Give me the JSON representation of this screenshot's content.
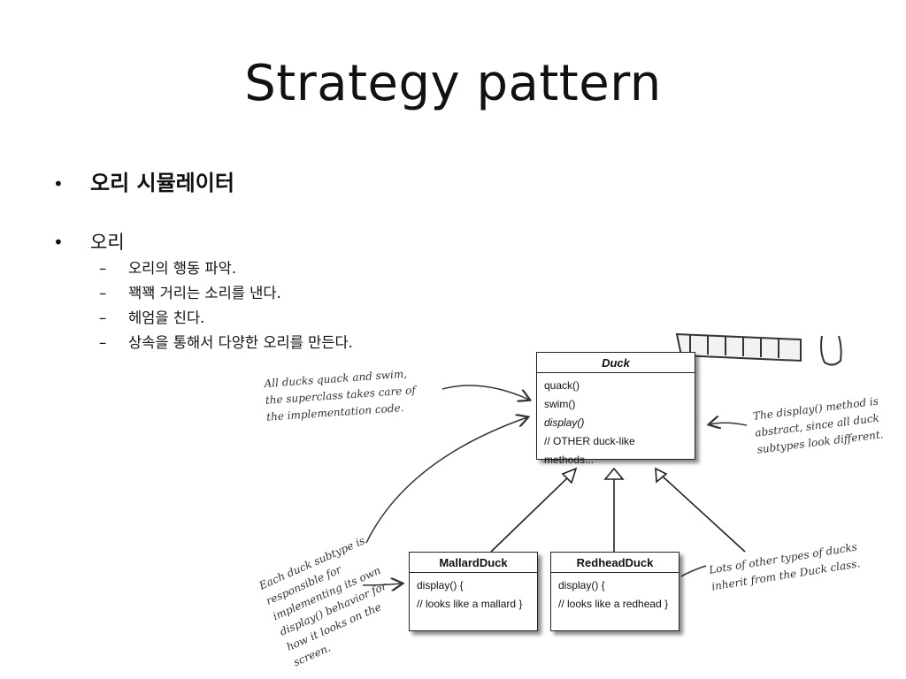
{
  "slide": {
    "title": "Strategy pattern",
    "bullets": [
      {
        "marker": "•",
        "text": "오리 시뮬레이터"
      },
      {
        "marker": "•",
        "text": "오리",
        "subitems": [
          {
            "marker": "–",
            "text": "오리의 행동 파악."
          },
          {
            "marker": "–",
            "text": "꽥꽥 거리는 소리를 낸다."
          },
          {
            "marker": "–",
            "text": "헤엄을 친다."
          },
          {
            "marker": "–",
            "text": "상속을 통해서 다양한 오리를 만든다."
          }
        ]
      }
    ]
  },
  "diagram": {
    "duck_class": {
      "name": "Duck",
      "members": [
        "quack()",
        "swim()",
        "display()",
        "// OTHER duck-like methods..."
      ]
    },
    "mallard_class": {
      "name": "MallardDuck",
      "members": [
        "display() {",
        "// looks like a mallard }"
      ]
    },
    "redhead_class": {
      "name": "RedheadDuck",
      "members": [
        "display() {",
        "// looks like a redhead }"
      ]
    },
    "notes": {
      "quack_swim": "All ducks quack and swim, the superclass takes care of the implementation code.",
      "display_abstract": "The display() method is abstract, since all duck subtypes look different.",
      "subtype_responsible": "Each duck subtype is responsible for implementing its own display() behavior for how it looks on the screen.",
      "other_types": "Lots of other types of ducks inherit from the Duck class."
    }
  }
}
